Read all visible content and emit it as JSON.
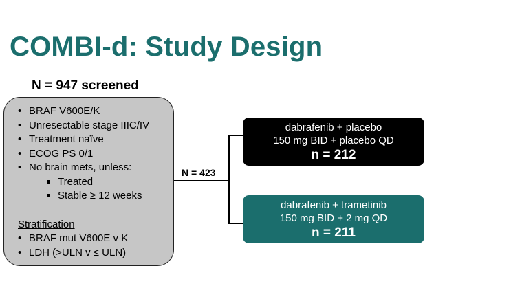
{
  "title": "COMBI-d: Study Design",
  "screened": "N = 947 screened",
  "criteria": {
    "items": [
      "BRAF V600E/K",
      "Unresectable stage IIIC/IV",
      "Treatment naïve",
      "ECOG PS 0/1",
      "No brain mets, unless:"
    ],
    "sub_items": [
      "Treated",
      "Stable ≥ 12 weeks"
    ],
    "stratification_heading": "Stratification",
    "stratification_items": [
      "BRAF mut V600E v K",
      "LDH (>ULN v ≤ ULN)"
    ]
  },
  "randomized": "N = 423",
  "arms": [
    {
      "line1": "dabrafenib + placebo",
      "line2": "150 mg BID + placebo QD",
      "n": "n = 212",
      "color": "#000000"
    },
    {
      "line1": "dabrafenib + trametinib",
      "line2": "150 mg BID + 2 mg QD",
      "n": "n = 211",
      "color": "#1b6e6d"
    }
  ]
}
